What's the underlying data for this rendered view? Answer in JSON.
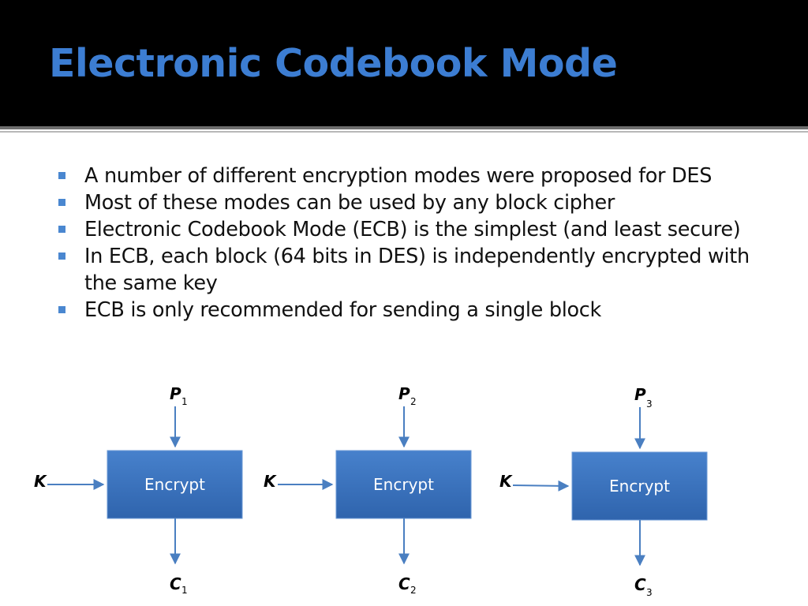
{
  "slide": {
    "title": "Electronic Codebook Mode",
    "bullets": [
      "A number of different encryption modes were proposed for DES",
      "Most of these modes can be used by any block cipher",
      "Electronic Codebook Mode (ECB) is the simplest (and least secure)",
      "In ECB, each block (64 bits in DES) is independently encrypted with the same key",
      "ECB is only recommended for sending a single block"
    ]
  },
  "diagram": {
    "colors": {
      "box_fill": "#3d77c4",
      "box_stroke": "#6b9ad6",
      "arrow": "#4a7fc1",
      "title": "#3c7dd2",
      "bullet": "#4a87d0"
    },
    "blocks": [
      {
        "box_label": "Encrypt",
        "key_label": "K",
        "input": {
          "symbol": "P",
          "subscript": "1"
        },
        "output": {
          "symbol": "C",
          "subscript": "1"
        }
      },
      {
        "box_label": "Encrypt",
        "key_label": "K",
        "input": {
          "symbol": "P",
          "subscript": "2"
        },
        "output": {
          "symbol": "C",
          "subscript": "2"
        }
      },
      {
        "box_label": "Encrypt",
        "key_label": "K",
        "input": {
          "symbol": "P",
          "subscript": "3"
        },
        "output": {
          "symbol": "C",
          "subscript": "3"
        }
      }
    ]
  }
}
